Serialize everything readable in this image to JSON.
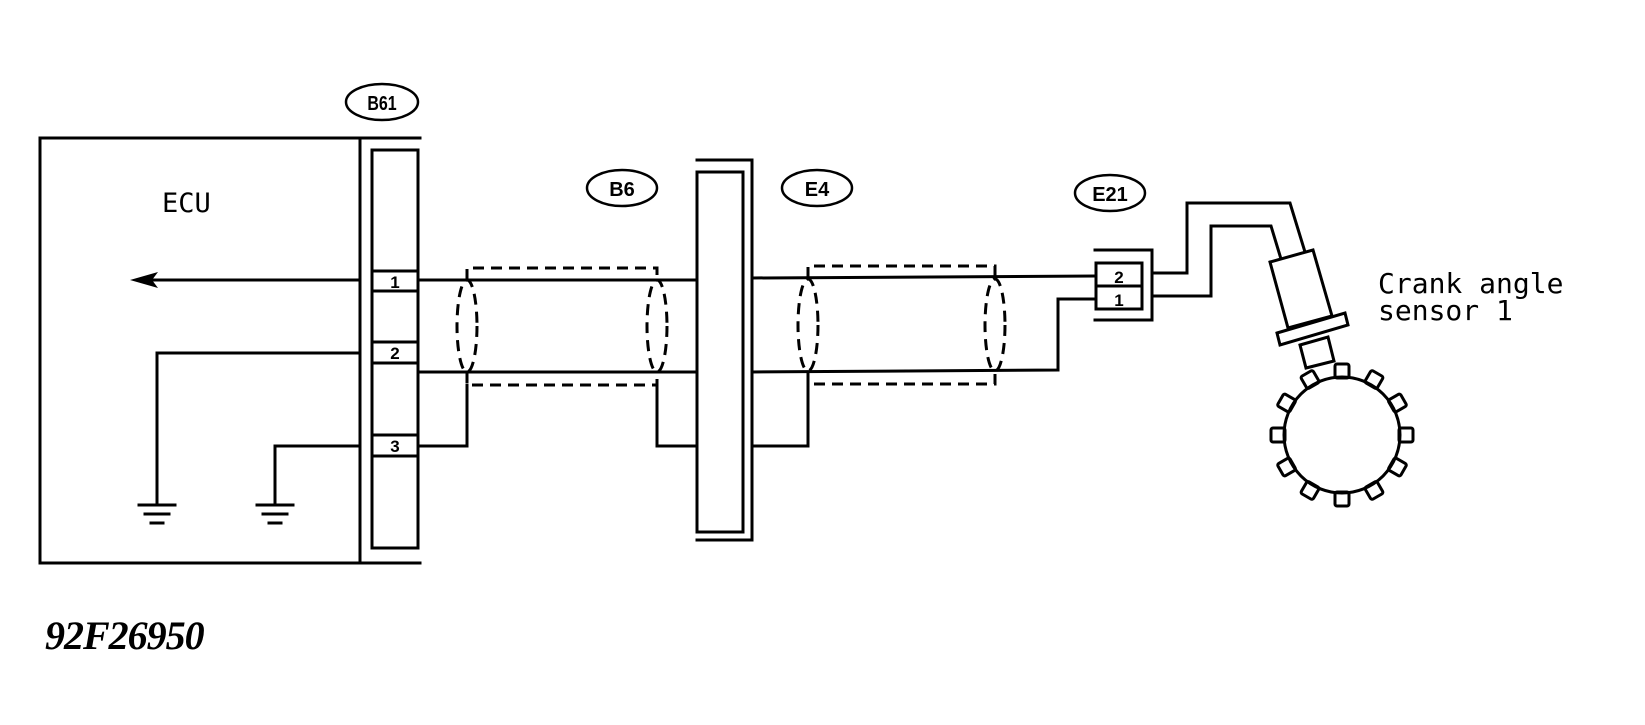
{
  "diagram": {
    "figure_number": "92F26950",
    "components": {
      "ecu": {
        "label": "ECU"
      },
      "sensor": {
        "label_line1": "Crank angle",
        "label_line2": "sensor 1"
      }
    },
    "connectors": {
      "b61": {
        "id": "B61",
        "pins": [
          "1",
          "2",
          "3"
        ]
      },
      "b6": {
        "id": "B6"
      },
      "e4": {
        "id": "E4"
      },
      "e21": {
        "id": "E21",
        "pins": [
          "2",
          "1"
        ]
      }
    },
    "colors": {
      "line": "#000000",
      "background": "#ffffff"
    }
  }
}
